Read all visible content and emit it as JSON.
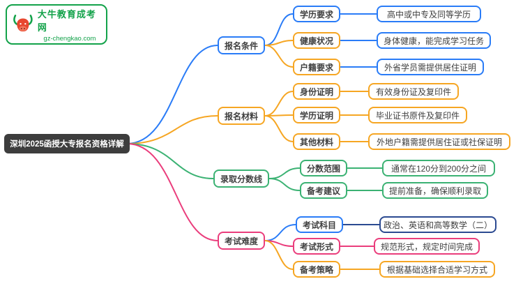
{
  "logo": {
    "icon": "bull-icon",
    "site_name": "大牛教育成考网",
    "site_url": "gz-chengkao.com",
    "brand_green": "#13a24a",
    "bull_red": "#e8472f"
  },
  "root": {
    "label": "深圳2025函授大专报名资格详解",
    "bg": "#3d3d3d",
    "text_color": "#ffffff"
  },
  "branches": [
    {
      "label": "报名条件",
      "color": "#2a7cf7",
      "children": [
        {
          "label": "学历要求",
          "color": "#2a7cf7",
          "leaf": {
            "label": "高中或中专及同等学历",
            "color": "#2a7cf7"
          }
        },
        {
          "label": "健康状况",
          "color": "#f6a623",
          "leaf": {
            "label": "身体健康，能完成学习任务",
            "color": "#2a7cf7"
          }
        },
        {
          "label": "户籍要求",
          "color": "#f6a623",
          "leaf": {
            "label": "外省学员需提供居住证明",
            "color": "#2a7cf7"
          }
        }
      ]
    },
    {
      "label": "报名材料",
      "color": "#f6a623",
      "children": [
        {
          "label": "身份证明",
          "color": "#f6a623",
          "leaf": {
            "label": "有效身份证及复印件",
            "color": "#f6a623"
          }
        },
        {
          "label": "学历证明",
          "color": "#f6a623",
          "leaf": {
            "label": "毕业证书原件及复印件",
            "color": "#f6a623"
          }
        },
        {
          "label": "其他材料",
          "color": "#f6a623",
          "leaf": {
            "label": "外地户籍需提供居住证或社保证明",
            "color": "#f6a623"
          }
        }
      ]
    },
    {
      "label": "录取分数线",
      "color": "#3bb273",
      "children": [
        {
          "label": "分数范围",
          "color": "#3bb273",
          "leaf": {
            "label": "通常在120分到200分之间",
            "color": "#3bb273"
          }
        },
        {
          "label": "备考建议",
          "color": "#3bb273",
          "leaf": {
            "label": "提前准备，确保顺利录取",
            "color": "#3bb273"
          }
        }
      ]
    },
    {
      "label": "考试难度",
      "color": "#ea3d7c",
      "children": [
        {
          "label": "考试科目",
          "color": "#2a7cf7",
          "leaf": {
            "label": "政治、英语和高等数学（二）",
            "color": "#2b4a91"
          }
        },
        {
          "label": "考试形式",
          "color": "#ea3d7c",
          "leaf": {
            "label": "规范形式，规定时间完成",
            "color": "#ea3d7c"
          }
        },
        {
          "label": "备考策略",
          "color": "#f6a623",
          "leaf": {
            "label": "根据基础选择合适学习方式",
            "color": "#f6a623"
          }
        }
      ]
    }
  ]
}
